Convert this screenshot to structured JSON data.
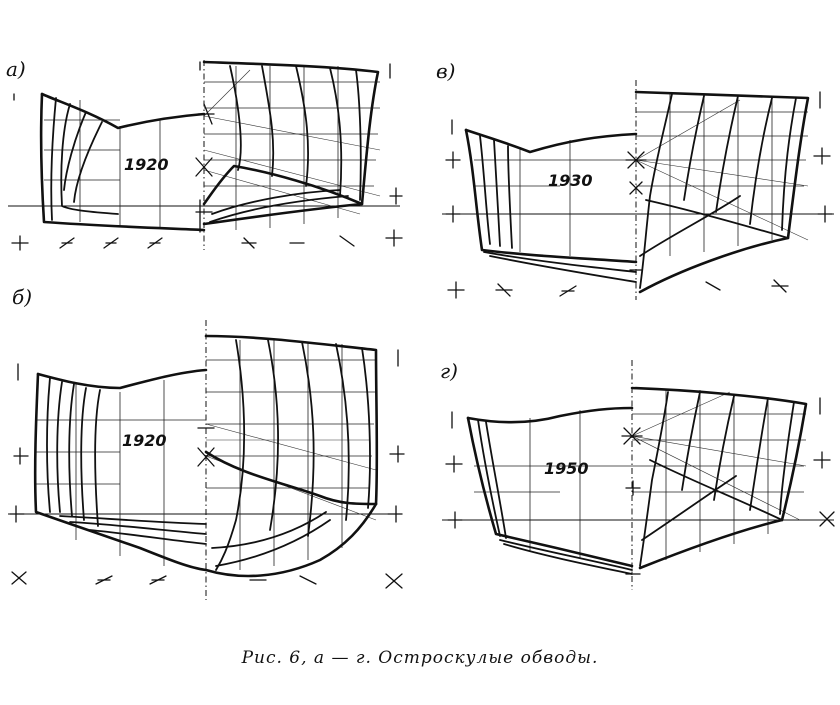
{
  "panels": [
    {
      "id": "a",
      "letter": "а)",
      "year": "1920"
    },
    {
      "id": "b",
      "letter": "б)",
      "year": "1920"
    },
    {
      "id": "v",
      "letter": "в)",
      "year": "1930"
    },
    {
      "id": "g",
      "letter": "г)",
      "year": "1950"
    }
  ],
  "caption": "Рис. 6, а — г.  Остроскулые обводы."
}
